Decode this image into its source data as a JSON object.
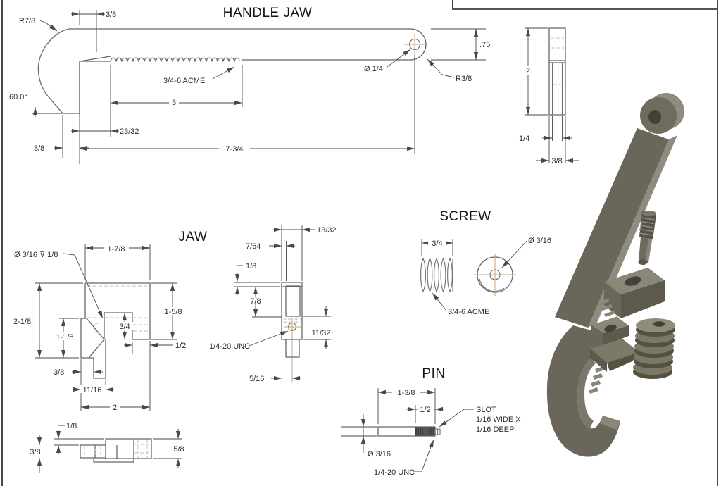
{
  "sheet": {
    "background": "#ffffff",
    "line_color": "#666666",
    "dim_color": "#4a4a4a",
    "centerline_color": "#cfa26b",
    "model_front": "#6a6659",
    "model_light": "#8f8b7f",
    "model_dark": "#53503f"
  },
  "views": {
    "handle_jaw": {
      "title": "HANDLE JAW",
      "dims": {
        "slot": "3/8",
        "radius": "R7/8",
        "angle": "60.0°",
        "lip": "3/8",
        "offset": "23/32",
        "rack": "3",
        "thread": "3/4-6 ACME",
        "total": "7-3/4",
        "hole": "Ø 1/4",
        "end_radius": "R3/8",
        "height": ".75"
      }
    },
    "handle_side": {
      "dims": {
        "height": "2",
        "tongue": "1/4",
        "width": "3/8"
      }
    },
    "jaw": {
      "title": "JAW",
      "dims": {
        "bore": "Ø 3/16 ⊽ 1/8",
        "top": "1-7/8",
        "height": "2-1/8",
        "face": "1-1/8",
        "notch": "3/4",
        "right": "1-5/8",
        "tab": "1/2",
        "lip": "3/8",
        "tongue": "11/16",
        "width": "2"
      }
    },
    "jaw_side": {
      "dims": {
        "depth": "13/32",
        "wall": "7/64",
        "step": "1/8",
        "slot": "7/8",
        "hole": "11/32",
        "thread": "1/4-20 UNC",
        "face": "5/16"
      }
    },
    "jaw_bottom": {
      "dims": {
        "step": "1/8",
        "tongue": "3/8",
        "height": "5/8"
      }
    },
    "screw": {
      "title": "SCREW",
      "dims": {
        "length": "3/4",
        "thread": "3/4-6 ACME",
        "hole": "Ø 3/16"
      }
    },
    "pin": {
      "title": "PIN",
      "dims": {
        "length": "1-3/8",
        "thread_length": "1/2",
        "slot_1": "SLOT",
        "slot_2": "1/16 WIDE X",
        "slot_3": "1/16 DEEP",
        "dia": "Ø 3/16",
        "thread": "1/4-20 UNC"
      }
    }
  }
}
